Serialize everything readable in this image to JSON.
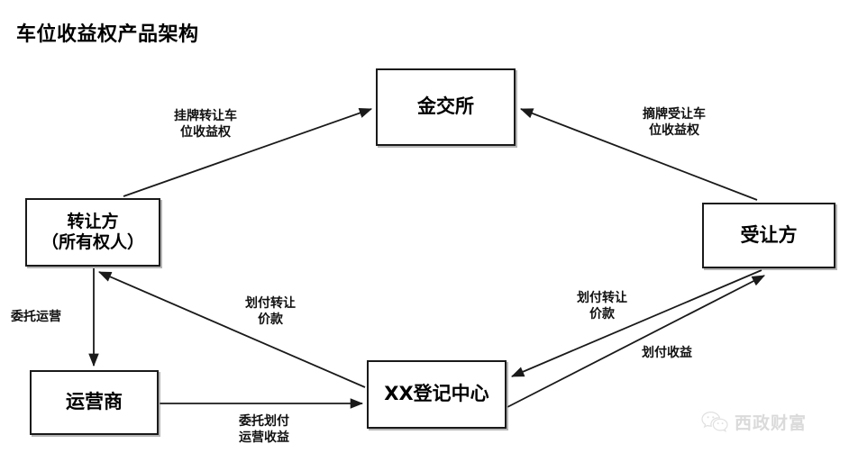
{
  "title": "车位收益权产品架构",
  "nodes": [
    {
      "id": "exchange",
      "label": "金交所"
    },
    {
      "id": "transferor",
      "label": "转让方\n（所有权人）"
    },
    {
      "id": "transferee",
      "label": "受让方"
    },
    {
      "id": "operator",
      "label": "运营商"
    },
    {
      "id": "registry",
      "label": "XX登记中心"
    }
  ],
  "edge_labels": {
    "list_transfer": "挂牌转让车\n位收益权",
    "delist_accept": "摘牌受让车\n位收益权",
    "entrust_operate": "委托运营",
    "pay_price_left": "划付转让\n价款",
    "pay_price_right": "划付转让\n价款",
    "pay_income": "划付收益",
    "entrust_pay": "委托划付\n运营收益"
  },
  "edges": [
    {
      "from": "transferor",
      "to": "exchange",
      "label": "list_transfer",
      "arrow": "to"
    },
    {
      "from": "transferee",
      "to": "exchange",
      "label": "delist_accept",
      "arrow": "to"
    },
    {
      "from": "transferor",
      "to": "operator",
      "label": "entrust_operate",
      "arrow": "to"
    },
    {
      "from": "registry",
      "to": "transferor",
      "label": "pay_price_left",
      "arrow": "to"
    },
    {
      "from": "transferee",
      "to": "registry",
      "label": "pay_price_right",
      "arrow": "to"
    },
    {
      "from": "registry",
      "to": "transferee",
      "label": "pay_income",
      "arrow": "to"
    },
    {
      "from": "operator",
      "to": "registry",
      "label": "entrust_pay",
      "arrow": "to"
    }
  ],
  "watermark": {
    "text": "西政财富",
    "icon": "wechat-icon"
  },
  "colors": {
    "stroke": "#1a1a1a",
    "text": "#000000",
    "background": "#ffffff",
    "watermark": "#b9b9b9",
    "shadow": "#787878"
  }
}
